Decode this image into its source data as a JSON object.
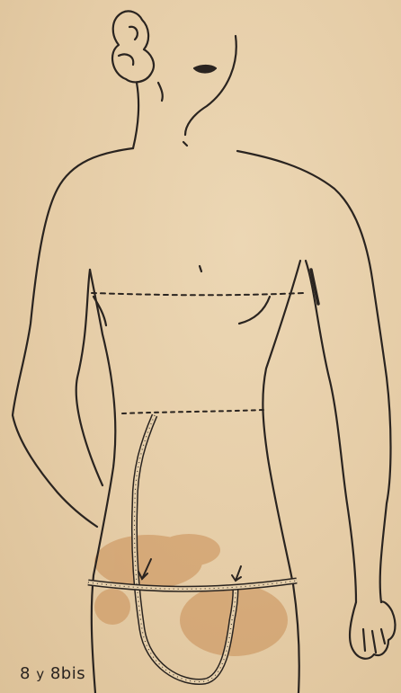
{
  "caption": {
    "number": "8",
    "conjunction": "y",
    "number_bis": "8bis"
  },
  "colors": {
    "paper": "#e6cfaa",
    "ink": "#2a2420",
    "stain": "#c98e55"
  },
  "icons": {
    "illustration": "torso-measurement-figure-icon",
    "tape": "measuring-tape-icon",
    "arrow": "arrow-pointer-icon"
  }
}
